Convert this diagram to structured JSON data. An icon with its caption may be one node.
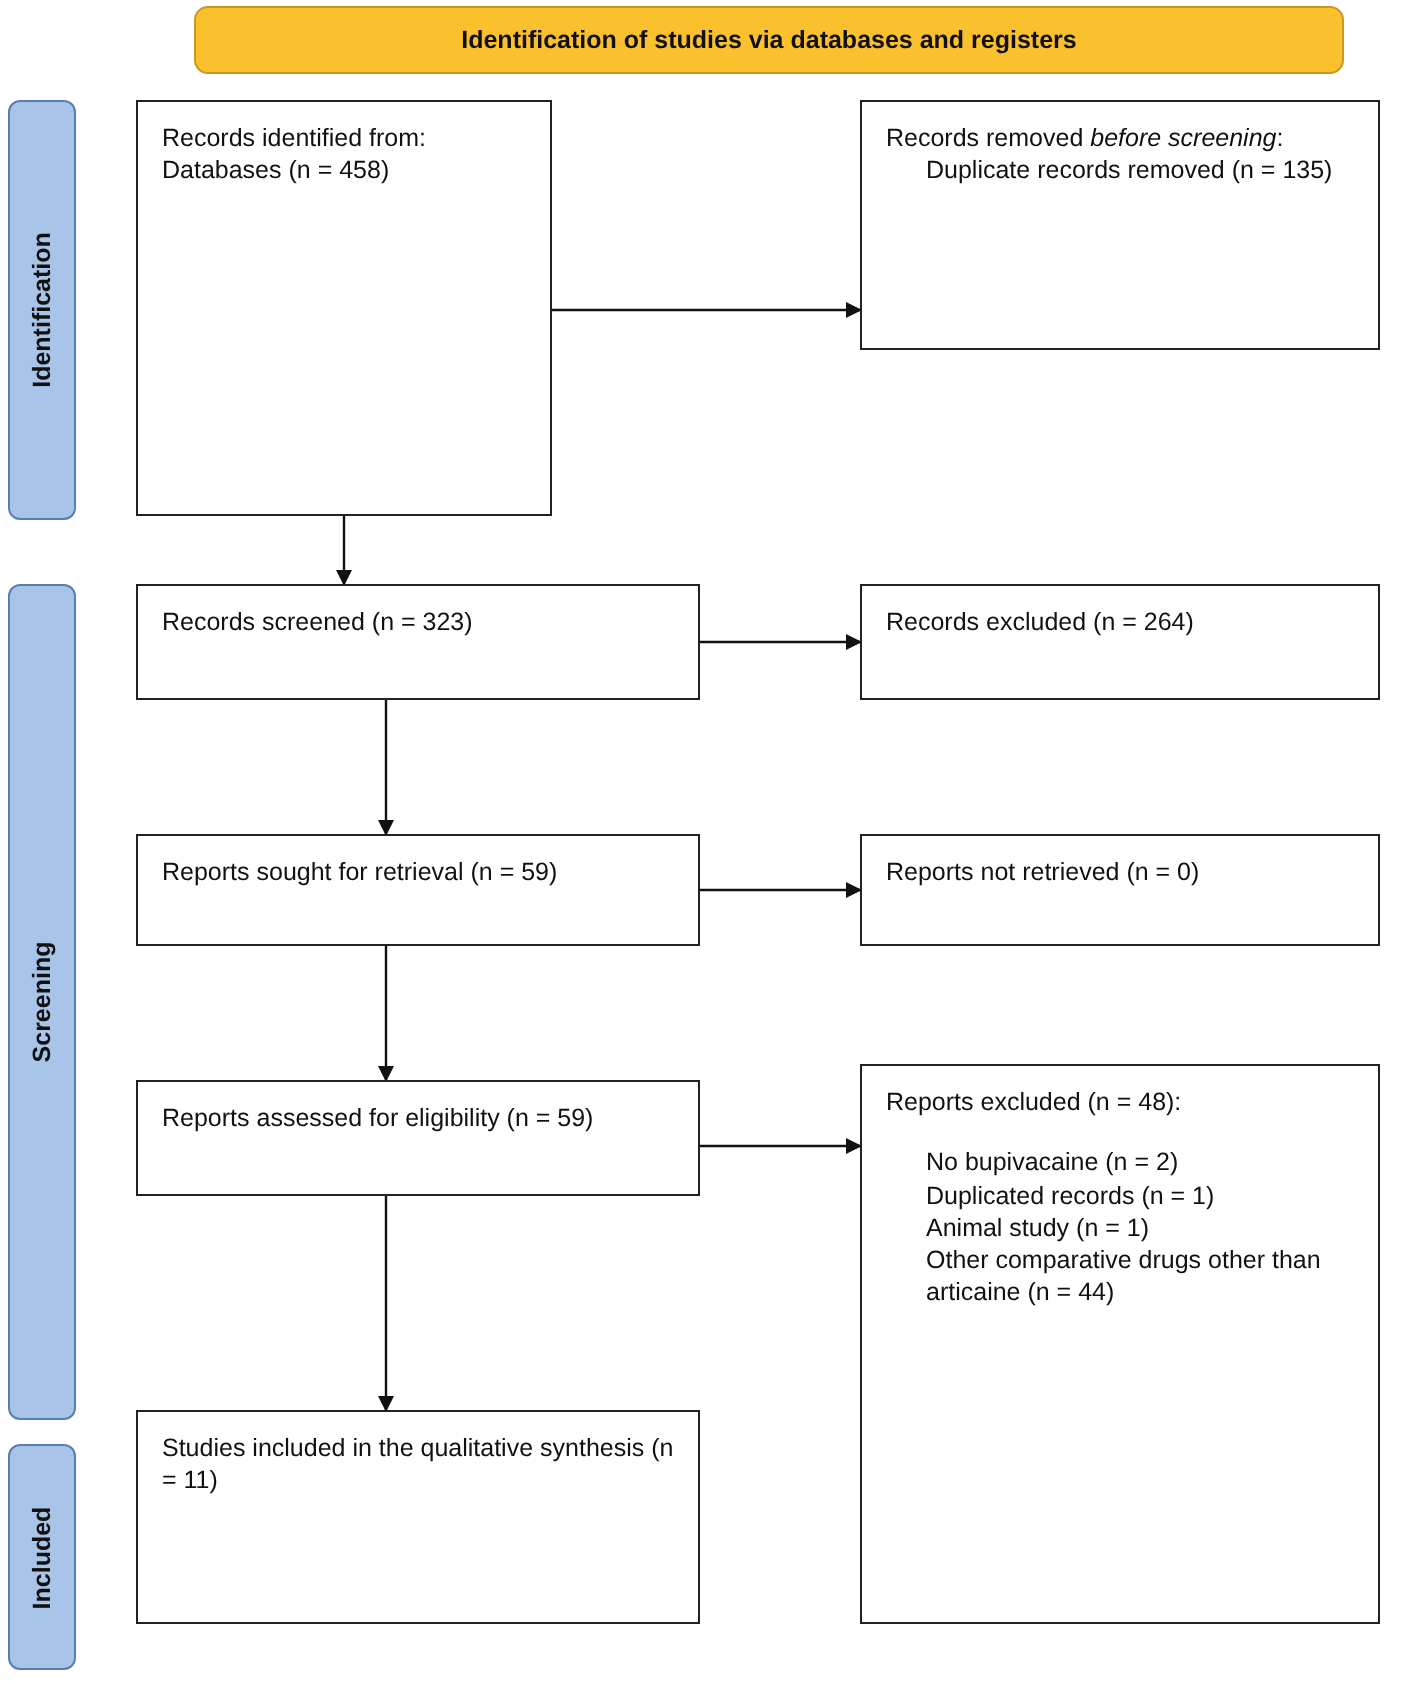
{
  "diagram": {
    "nodes": [
      {
        "text": [
          "Identification of studies via databases and registers"
        ]
      },
      {
        "text": [
          "Identification"
        ]
      },
      {
        "text": [
          "Records identified from:",
          "Databases (n = 458)"
        ]
      },
      {
        "text": [
          "Records removed *before screening*:",
          "Duplicate records removed (n = 135)"
        ]
      },
      {
        "text": [
          "Screening"
        ]
      },
      {
        "text": [
          "Records screened (n = 323)"
        ]
      },
      {
        "text": [
          "Records excluded (n = 264)"
        ]
      },
      {
        "text": [
          "Reports sought for retrieval (n = 59)"
        ]
      },
      {
        "text": [
          "Reports not retrieved (n = 0)"
        ]
      },
      {
        "text": [
          "Reports assessed for eligibility (n = 59)"
        ]
      },
      {
        "text": [
          "Reports excluded (n = 48):",
          "No bupivacaine (n = 2)",
          "Duplicated records (n = 1)",
          "Animal study (n = 1)",
          "Other comparative drugs other than articaine (n = 44)"
        ]
      },
      {
        "text": [
          "Included"
        ]
      },
      {
        "text": [
          "Studies included in the qualitative synthesis (n = 11)"
        ]
      }
    ],
    "edges": [
      {
        "from": 2,
        "to": 3,
        "arrow": "to"
      },
      {
        "from": 2,
        "to": 5,
        "arrow": "to"
      },
      {
        "from": 5,
        "to": 6,
        "arrow": "to"
      },
      {
        "from": 5,
        "to": 7,
        "arrow": "to"
      },
      {
        "from": 7,
        "to": 8,
        "arrow": "to"
      },
      {
        "from": 7,
        "to": 9,
        "arrow": "to"
      },
      {
        "from": 9,
        "to": 10,
        "arrow": "to"
      },
      {
        "from": 9,
        "to": 12,
        "arrow": "to"
      }
    ]
  }
}
